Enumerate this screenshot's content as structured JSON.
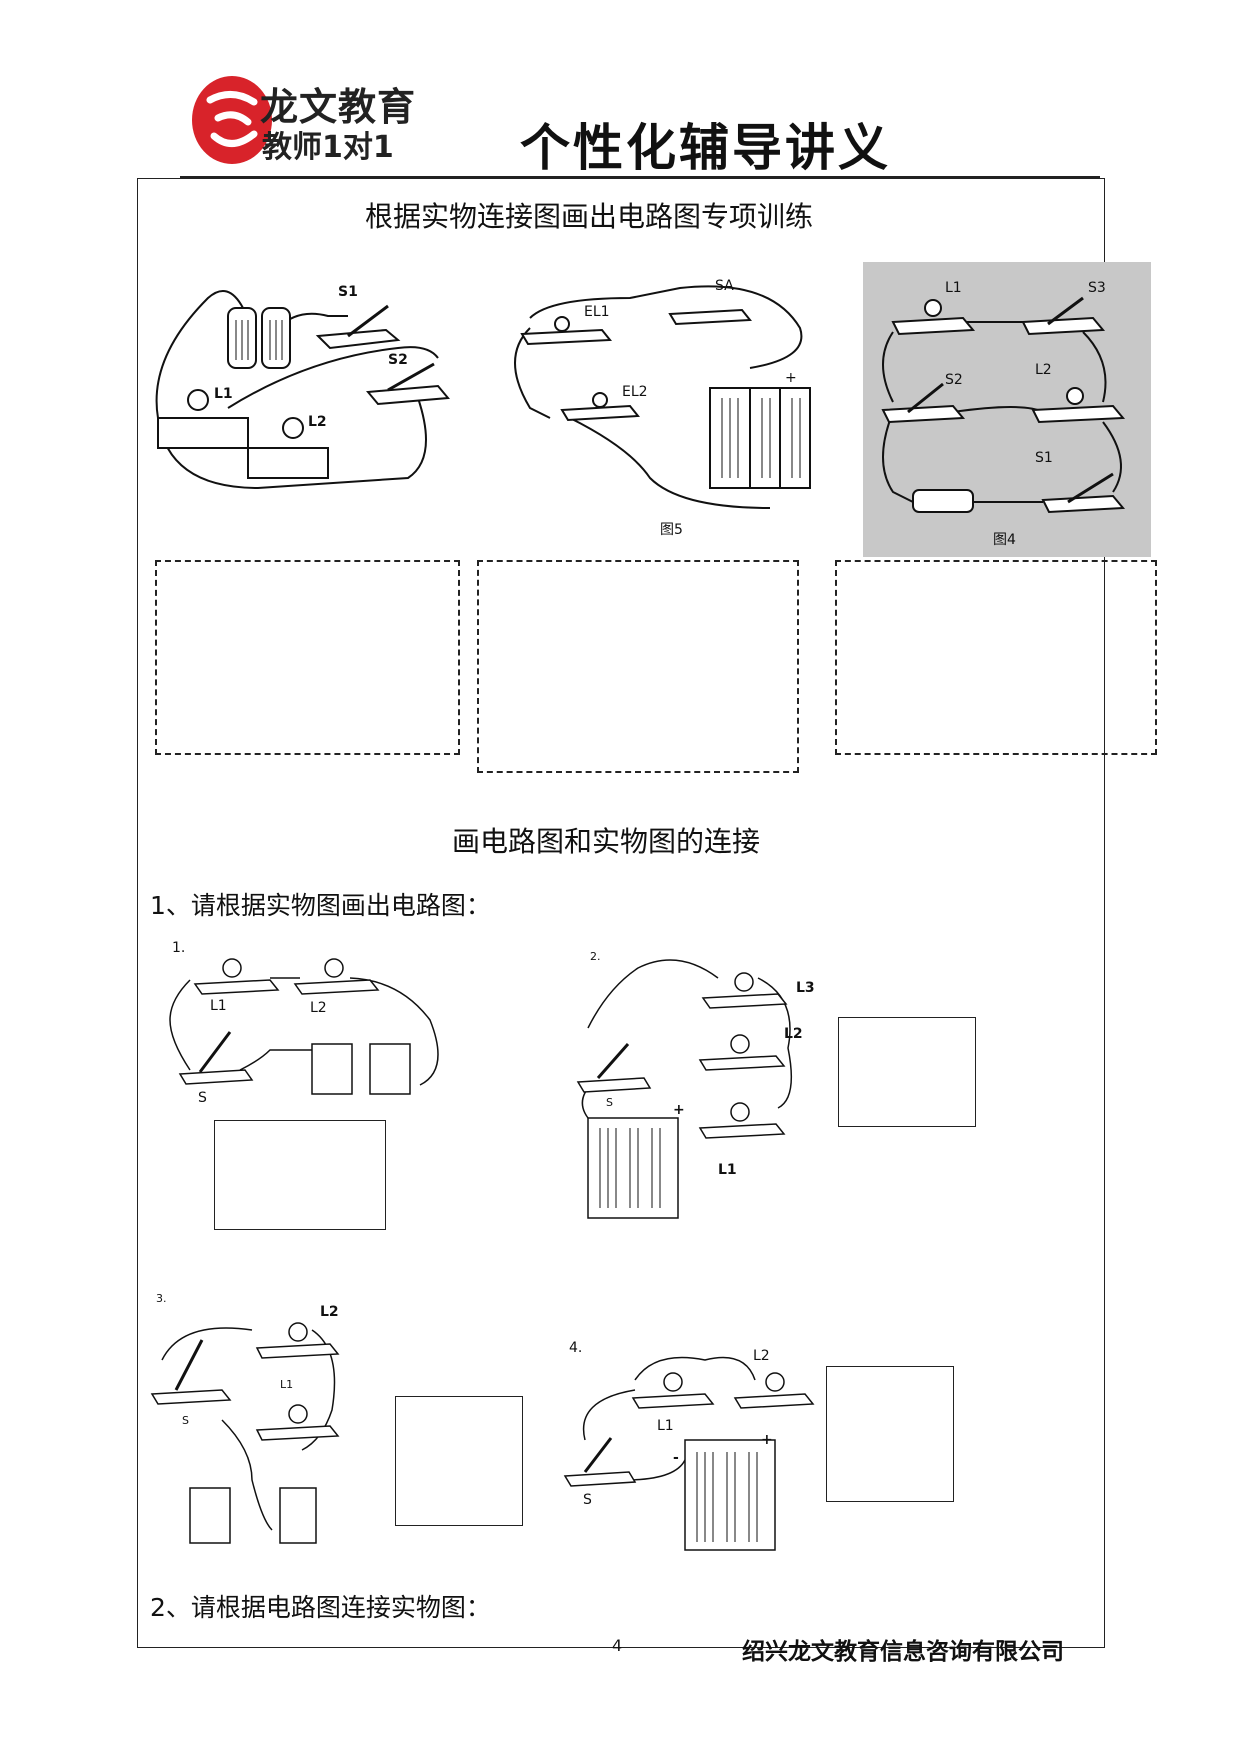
{
  "header": {
    "logo_brand": "龙文教育",
    "logo_tagline": "教师1对1",
    "title": "个性化辅导讲义"
  },
  "section1": {
    "title": "根据实物连接图画出电路图专项训练",
    "figures": [
      {
        "labels": [
          "S1",
          "S2",
          "L1",
          "L2"
        ],
        "caption": ""
      },
      {
        "labels": [
          "SA",
          "EL1",
          "EL2",
          "+"
        ],
        "caption": "图5"
      },
      {
        "labels": [
          "L1",
          "S3",
          "S2",
          "L2",
          "S1"
        ],
        "caption": "图4"
      }
    ]
  },
  "section2": {
    "title": "画电路图和实物图的连接",
    "q1": "1、请根据实物图画出电路图：",
    "problems": [
      {
        "number": "1.",
        "labels": [
          "L1",
          "L2",
          "S"
        ]
      },
      {
        "number": "2.",
        "labels": [
          "L3",
          "L2",
          "L1",
          "S",
          "+"
        ]
      },
      {
        "number": "3.",
        "labels": [
          "L2",
          "L1",
          "S"
        ]
      },
      {
        "number": "4.",
        "labels": [
          "L2",
          "L1",
          "S",
          "+",
          "-"
        ]
      }
    ],
    "q2": "2、请根据电路图连接实物图："
  },
  "footer": {
    "page_number": "4",
    "company": "绍兴龙文教育信息咨询有限公司"
  },
  "colors": {
    "logo_red": "#d8232a",
    "ink": "#111111",
    "fig_bg": "#c8c8c8"
  }
}
